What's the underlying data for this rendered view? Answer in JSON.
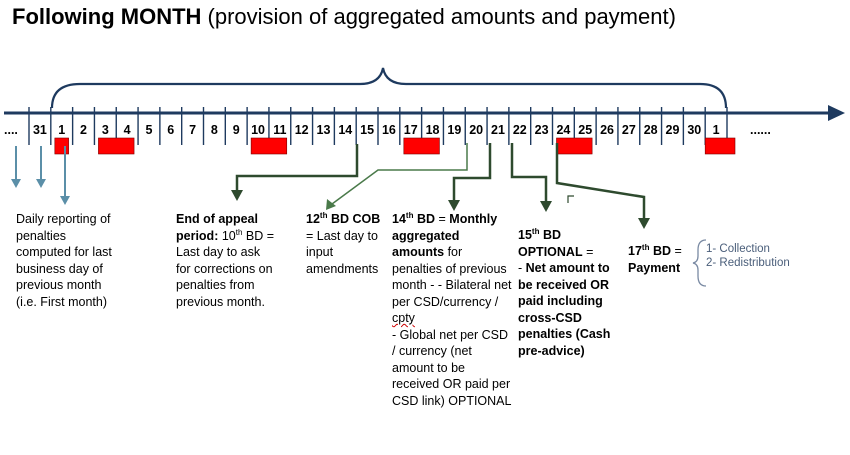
{
  "title": {
    "bold": "Following MONTH",
    "rest": " (provision of aggregated amounts and payment)"
  },
  "timeline": {
    "start_dots": "....",
    "end_dots": "......",
    "days": [
      "31",
      "1",
      "2",
      "3",
      "4",
      "5",
      "6",
      "7",
      "8",
      "9",
      "10",
      "11",
      "12",
      "13",
      "14",
      "15",
      "16",
      "17",
      "18",
      "19",
      "20",
      "21",
      "22",
      "23",
      "24",
      "25",
      "26",
      "27",
      "28",
      "29",
      "30",
      "1"
    ],
    "highlighted_days": [
      "3",
      "4",
      "10",
      "11",
      "17",
      "18",
      "24",
      "25",
      "1"
    ],
    "line_color": "#1e3a5f",
    "highlight_color": "#ff0000"
  },
  "notes": {
    "daily": "Daily reporting of penalties computed for last business day of previous month (i.e. First month)",
    "appeal_bold": "End of appeal period:",
    "appeal_ordinal": "10",
    "appeal_sup": "th",
    "appeal_rest": "BD = Last day to ask for corrections on penalties from previous month.",
    "cob_ordinal": "12",
    "cob_sup": "th",
    "cob_bold": "BD COB",
    "cob_rest": "= Last day to input amendments",
    "monthly_ordinal": "14",
    "monthly_sup": "th",
    "monthly_bold_a": "BD",
    "monthly_eq": "=",
    "monthly_bold_b": "Monthly aggregated amounts",
    "monthly_rest1": "for penalties of previous month - - Bilateral net per CSD/currency /",
    "monthly_cpty": "cpty",
    "monthly_rest2": "- Global net per CSD / currency (net amount to be received OR paid per CSD link) OPTIONAL",
    "optional_ordinal": "15",
    "optional_sup": "th",
    "optional_bold": "BD OPTIONAL",
    "optional_eq": "=",
    "optional_dash": "-",
    "optional_rest": "Net amount to be received OR paid including cross-CSD penalties (Cash pre-advice)",
    "payment_ordinal": "17",
    "payment_sup": "th",
    "payment_bold_a": "BD",
    "payment_eq": "=",
    "payment_bold_b": "Payment",
    "payment_items": [
      "1- Collection",
      "2- Redistribution"
    ]
  }
}
